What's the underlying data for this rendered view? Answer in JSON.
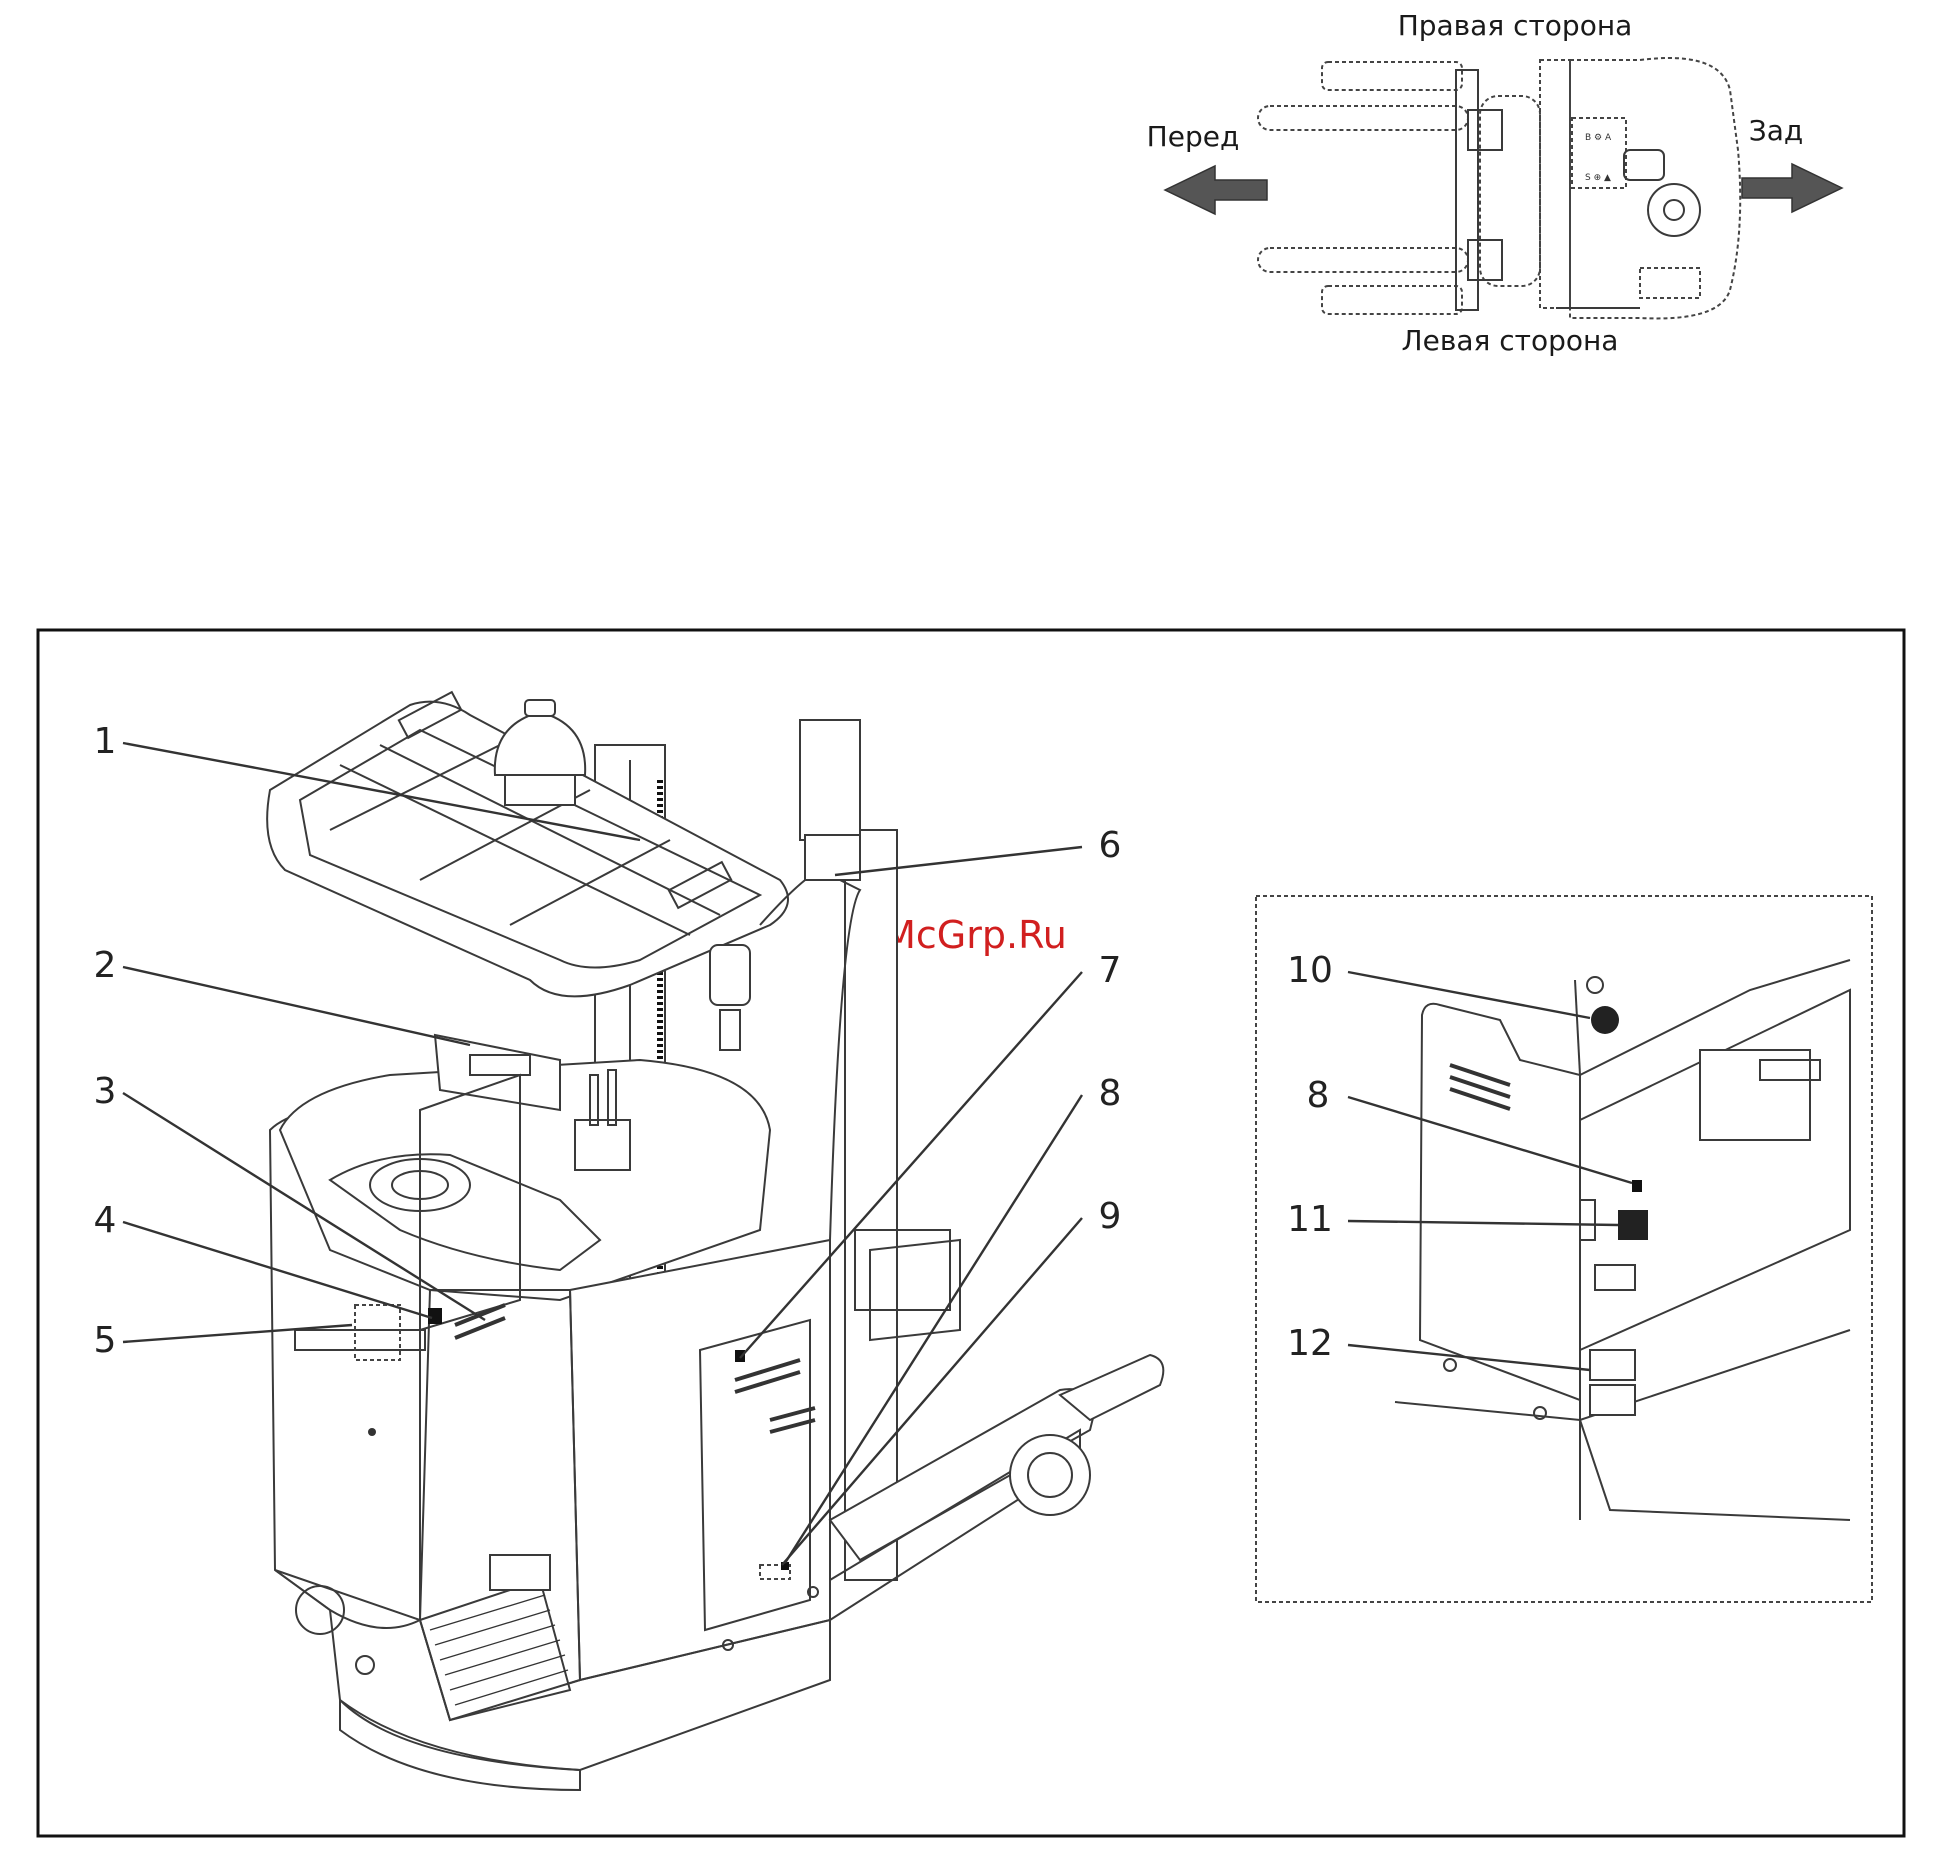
{
  "orientation": {
    "right_side": "Правая сторона",
    "left_side": "Левая сторона",
    "front": "Перед",
    "rear": "Зад"
  },
  "watermark": "McGrp.Ru",
  "callouts": {
    "c1": "1",
    "c2": "2",
    "c3": "3",
    "c4": "4",
    "c5": "5",
    "c6": "6",
    "c7": "7",
    "c8": "8",
    "c9": "9",
    "c10": "10",
    "c8b": "8",
    "c11": "11",
    "c12": "12"
  },
  "colors": {
    "watermark": "#d11f1f",
    "line": "#333333"
  }
}
